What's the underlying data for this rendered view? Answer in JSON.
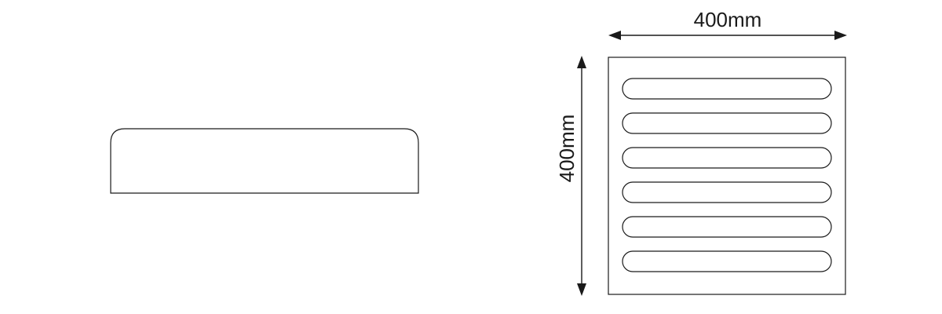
{
  "dimensions": {
    "width_label": "400mm",
    "height_label": "400mm"
  },
  "tile": {
    "ridge_count": 6
  },
  "colors": {
    "line": "#1a1a1a",
    "background": "#ffffff"
  }
}
